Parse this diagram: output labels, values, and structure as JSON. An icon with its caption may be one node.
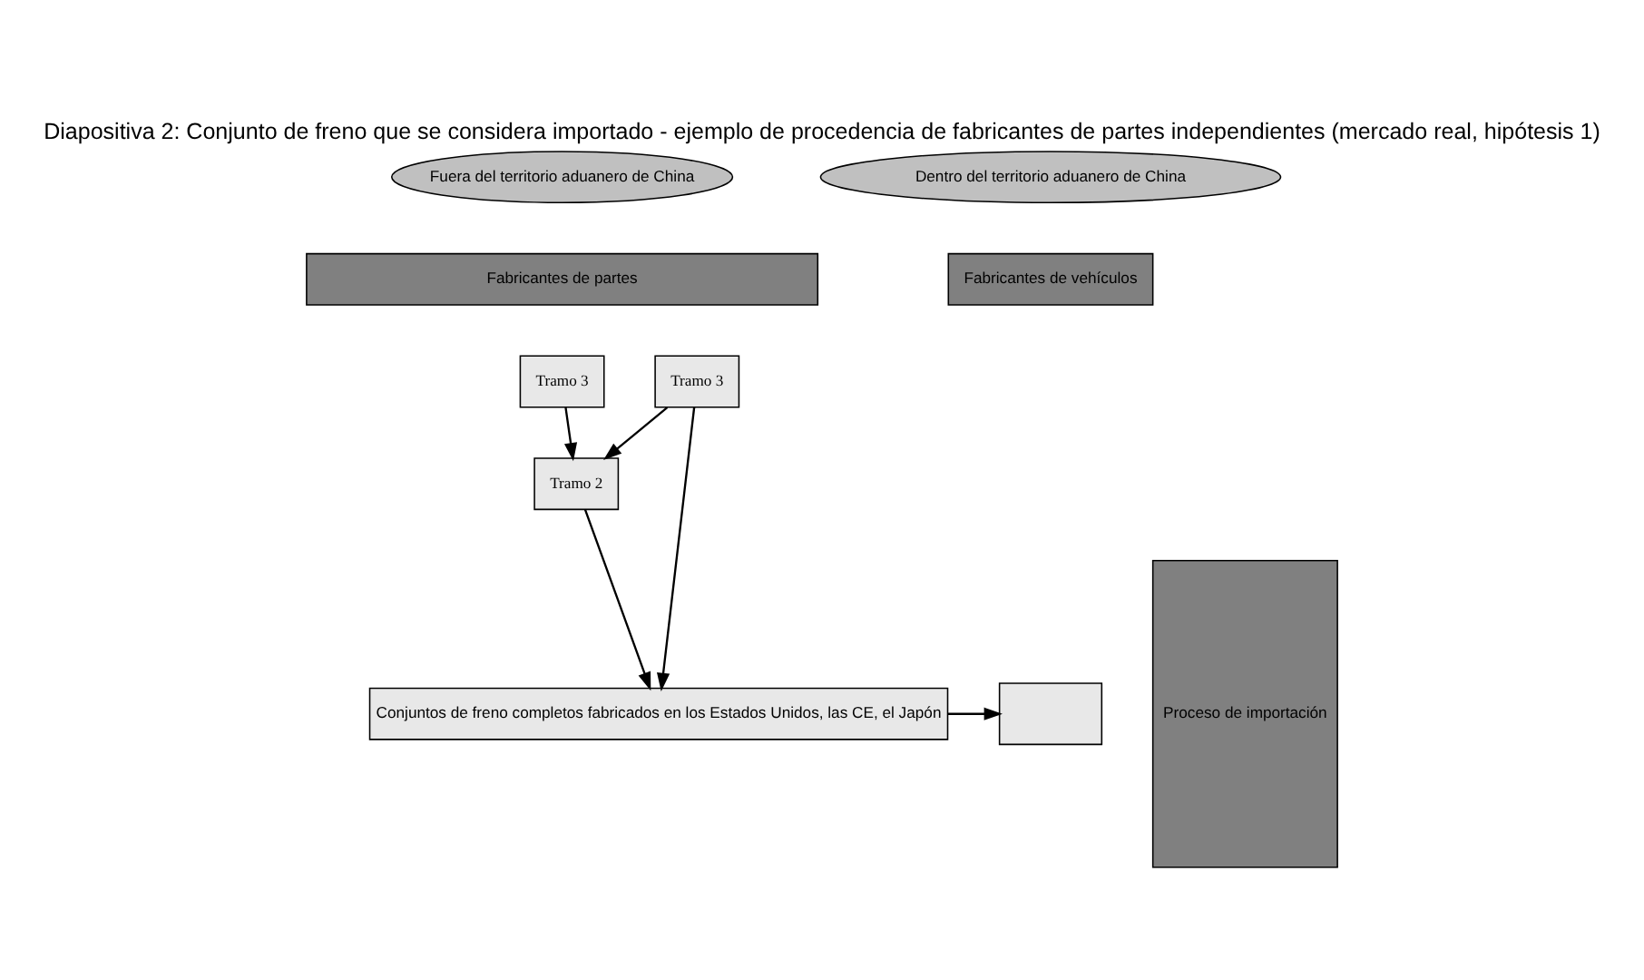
{
  "diagram": {
    "title": "Diapositiva 2: Conjunto de freno que se considera importado - ejemplo de procedencia de fabricantes de partes independientes (mercado real, hipótesis 1)",
    "nodes": [
      {
        "text": [
          "Fuera del territorio aduanero de China"
        ]
      },
      {
        "text": [
          "Dentro del territorio aduanero de China"
        ]
      },
      {
        "text": [
          "Fabricantes de partes"
        ]
      },
      {
        "text": [
          "Fabricantes de vehículos"
        ]
      },
      {
        "text": [
          "Proceso de importación"
        ]
      },
      {
        "text": [
          "Tramo 3"
        ]
      },
      {
        "text": [
          "Tramo 3"
        ]
      },
      {
        "text": [
          "Tramo 2"
        ]
      },
      {
        "text": [
          "Conjuntos de freno completos fabricados en los Estados Unidos, las CE, el Japón"
        ]
      },
      {
        "text": [],
        "shape": "box"
      }
    ],
    "edges": [
      {
        "from": 5,
        "to": 7,
        "arrow": "to"
      },
      {
        "from": 6,
        "to": 7,
        "arrow": "to"
      },
      {
        "from": 7,
        "to": 8,
        "arrow": "to"
      },
      {
        "from": 6,
        "to": 8,
        "arrow": "to"
      },
      {
        "from": 8,
        "to": 9,
        "arrow": "to"
      }
    ]
  }
}
